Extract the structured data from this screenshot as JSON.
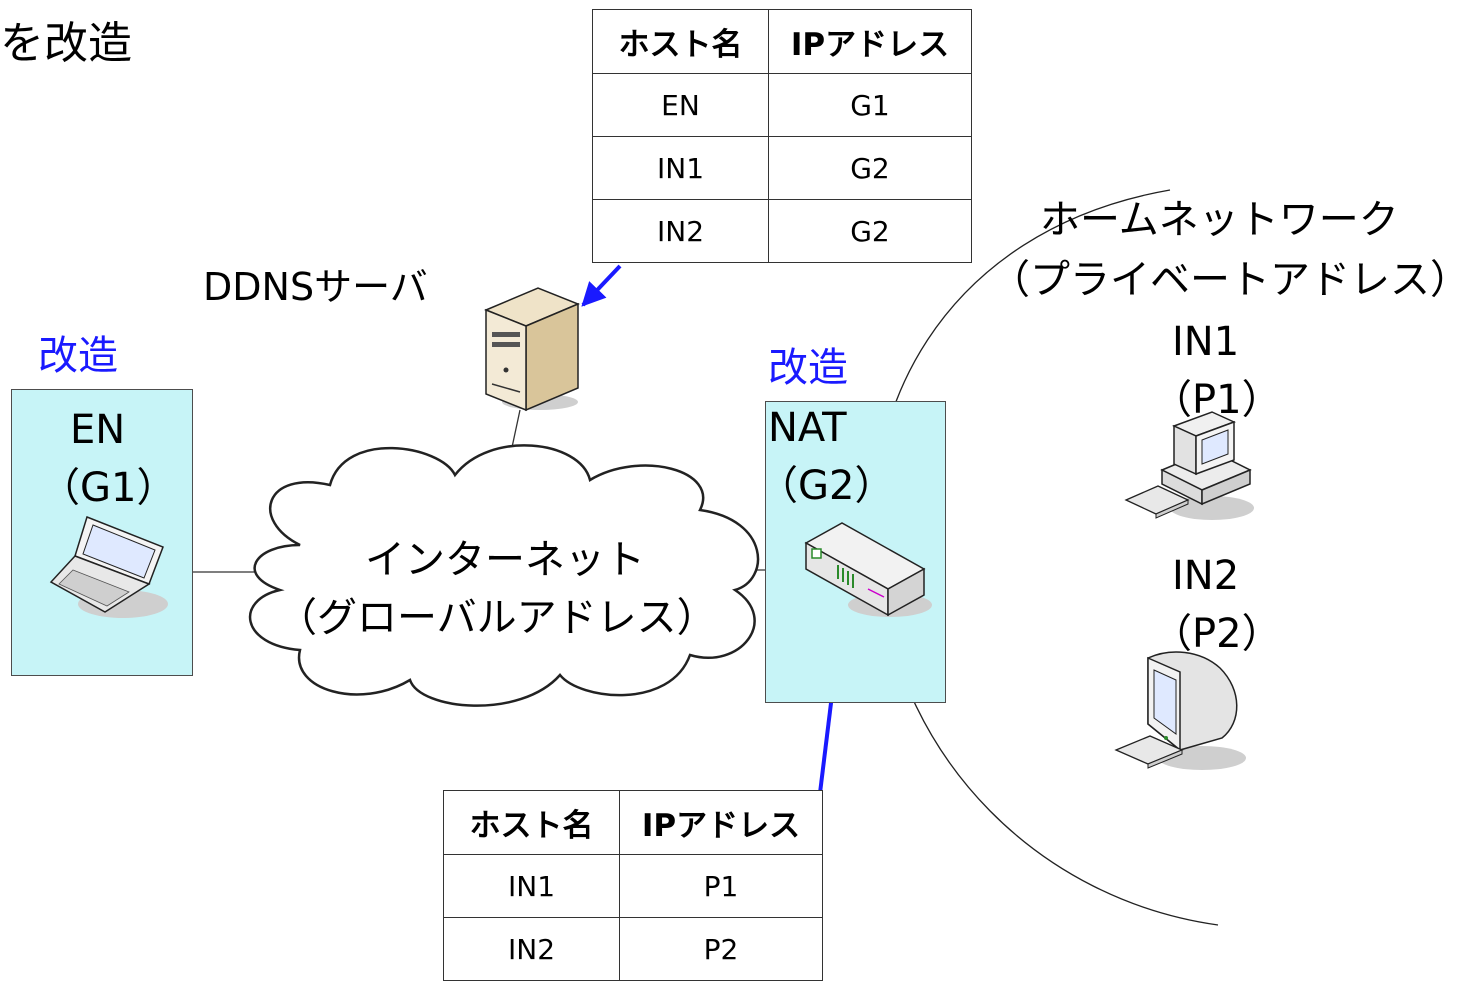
{
  "heading": "を改造",
  "labels": {
    "ddns_server": "DDNSサーバ",
    "kaizou_left": "改造",
    "kaizou_right": "改造",
    "en_name": "EN",
    "en_ip": "（G1）",
    "nat_name": "NAT",
    "nat_ip": "（G2）",
    "internet_line1": "インターネット",
    "internet_line2": "（グローバルアドレス）",
    "home_line1": "ホームネットワーク",
    "home_line2": "（プライベートアドレス）",
    "in1_name": "IN1",
    "in1_ip": "（P1）",
    "in2_name": "IN2",
    "in2_ip": "（P2）"
  },
  "ddns_table": {
    "headers": [
      "ホスト名",
      "IPアドレス"
    ],
    "rows": [
      [
        "EN",
        "G1"
      ],
      [
        "IN1",
        "G2"
      ],
      [
        "IN2",
        "G2"
      ]
    ]
  },
  "nat_table": {
    "headers": [
      "ホスト名",
      "IPアドレス"
    ],
    "rows": [
      [
        "IN1",
        "P1"
      ],
      [
        "IN2",
        "P2"
      ]
    ]
  },
  "colors": {
    "highlight_box": "#c7f4f7",
    "kaizou_text": "#1a1aff",
    "arrow": "#1a1aff",
    "line": "#333333"
  }
}
